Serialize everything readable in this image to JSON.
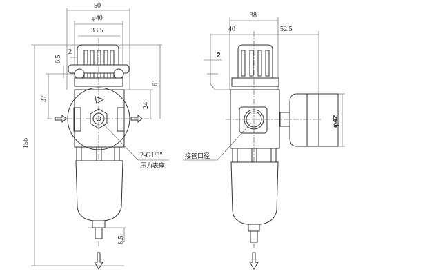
{
  "left_view": {
    "dims": {
      "width_overall": "50",
      "diameter_cap": "φ40",
      "cap_inner": "33.5",
      "offset": "2",
      "height_small": "6.5",
      "height_port": "37",
      "height_top": "61",
      "height_mid": "24",
      "height_total": "156",
      "drain": "8.5"
    },
    "callout_thread": "2-G1/8\"",
    "callout_label": "压力表座"
  },
  "right_view": {
    "dims": {
      "width_body": "38",
      "left_offset": "40",
      "right_offset": "52.5",
      "offset": "2",
      "gauge_diameter": "φ42"
    },
    "callout_label": "接管口径"
  }
}
